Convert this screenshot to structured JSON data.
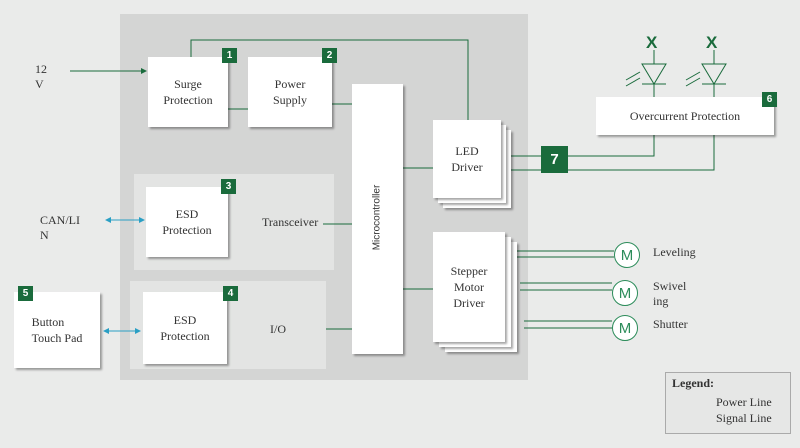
{
  "inputs": {
    "voltage_line1": "12",
    "voltage_line2": "V",
    "can_line1": "CAN/LI",
    "can_line2": "N"
  },
  "blocks": {
    "surge": "Surge\nProtection",
    "power": "Power\nSupply",
    "esd1": "ESD\nProtection",
    "transceiver": "Transceiver",
    "esd2": "ESD\nProtection",
    "io": "I/O",
    "micro": "Microcontroller",
    "led": "LED\nDriver",
    "stepper": "Stepper\nMotor\nDriver",
    "overcurrent": "Overcurrent Protection",
    "button": "Button\nTouch Pad"
  },
  "badges": {
    "b1": "1",
    "b2": "2",
    "b3": "3",
    "b4": "4",
    "b5": "5",
    "b6": "6",
    "b7": "7"
  },
  "led_marks": {
    "x1": "X",
    "x2": "X"
  },
  "motors": [
    {
      "symbol": "M",
      "label": "Leveling"
    },
    {
      "symbol": "M",
      "label": "Swiveling"
    },
    {
      "symbol": "M",
      "label": "Shutter"
    }
  ],
  "legend": {
    "title": "Legend:",
    "power": "Power Line",
    "signal": "Signal Line"
  },
  "colors": {
    "power_line": "#1a6b3c",
    "signal_line": "#2a9fc4",
    "badge": "#1a6b3c"
  }
}
